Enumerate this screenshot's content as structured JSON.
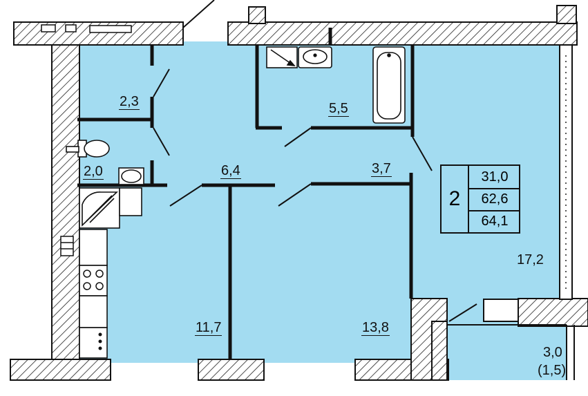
{
  "plan": {
    "colors": {
      "room_fill": "#a3dcf1",
      "wall_fill": "#ffffff",
      "wall_stroke": "#111111",
      "hatch": "#222222"
    },
    "summary": {
      "rooms": "2",
      "living_area": "31,0",
      "total_area": "62,6",
      "total_with_balcony": "64,1"
    },
    "rooms": {
      "storage": "2,3",
      "toilet": "2,0",
      "hall": "6,4",
      "bathroom": "5,5",
      "corridor": "3,7",
      "kitchen": "11,7",
      "bedroom": "13,8",
      "living_room": "17,2",
      "balcony": "3,0",
      "balcony_reduced": "(1,5)"
    },
    "icons": [
      "toilet-icon",
      "washbasin-icon",
      "bathtub-icon",
      "shower-icon",
      "stove-icon",
      "sink-icon",
      "washing-machine-icon",
      "radiator-icon"
    ]
  }
}
